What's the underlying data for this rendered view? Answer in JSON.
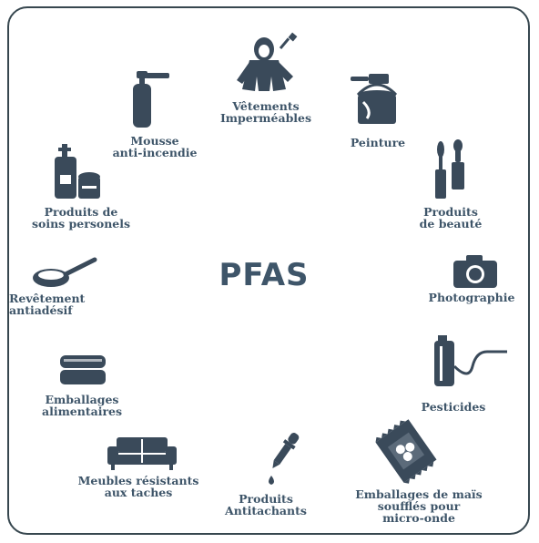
{
  "center": {
    "title": "PFAS"
  },
  "items": [
    {
      "id": "vetements",
      "lines": [
        "Vêtements",
        "Imperméables"
      ],
      "icon": "raincoat-icon"
    },
    {
      "id": "peinture",
      "lines": [
        "Peinture"
      ],
      "icon": "paint-can-icon"
    },
    {
      "id": "beaute",
      "lines": [
        "Produits",
        "de beauté"
      ],
      "icon": "mascara-icon"
    },
    {
      "id": "photo",
      "lines": [
        "Photographie"
      ],
      "icon": "camera-icon"
    },
    {
      "id": "pesticides",
      "lines": [
        "Pesticides"
      ],
      "icon": "sprayer-icon"
    },
    {
      "id": "mais",
      "lines": [
        "Emballages de maïs",
        "soufflés pour",
        "micro-onde"
      ],
      "icon": "popcorn-bag-icon"
    },
    {
      "id": "antitachants",
      "lines": [
        "Produits",
        "Antitachants"
      ],
      "icon": "dropper-icon"
    },
    {
      "id": "meubles",
      "lines": [
        "Meubles résistants",
        "aux taches"
      ],
      "icon": "sofa-icon"
    },
    {
      "id": "emballages",
      "lines": [
        "Emballages",
        "alimentaires"
      ],
      "icon": "food-container-icon"
    },
    {
      "id": "revetement",
      "lines": [
        "Revêtement",
        "antiadésif"
      ],
      "icon": "frying-pan-icon"
    },
    {
      "id": "soins",
      "lines": [
        "Produits de",
        "soins personels"
      ],
      "icon": "lotion-bottles-icon"
    },
    {
      "id": "mousse",
      "lines": [
        "Mousse",
        "anti-incendie"
      ],
      "icon": "fire-extinguisher-icon"
    }
  ],
  "colors": {
    "ink": "#3e5569",
    "icon": "#3a4a5a",
    "border": "#37474f"
  }
}
